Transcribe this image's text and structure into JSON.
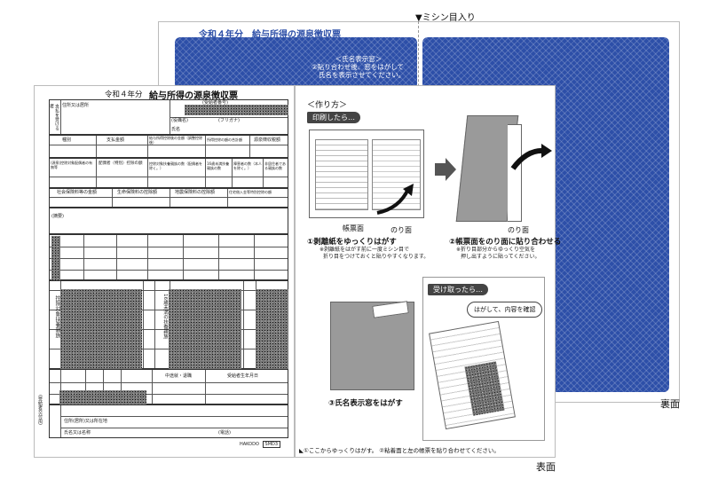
{
  "back_sheet": {
    "title": "令和４年分　給与所得の源泉徴収票",
    "perforation_label": "▼ミシン目入り",
    "name_window_lines": [
      "＜氏名表示窓＞",
      "②貼り合わせ後、窓をはがして",
      "氏名を表示させてください。"
    ],
    "side_label": "裏面"
  },
  "front_form": {
    "year": "令和４年分",
    "title": "給与所得の源泉徴収票",
    "side_label": "表面",
    "labels": {
      "address": "支払を受ける者",
      "address2": "住所又は居所",
      "recipient_no": "(受給者番号)",
      "job": "(役職名)",
      "name": "氏名",
      "furigana": "(フリガナ)",
      "type": "種別",
      "payment": "支払金額",
      "after_deduction": "給与所得控除後の金額（調整控除後）",
      "deduction_total": "所得控除の額の合計額",
      "tax": "源泉徴収税額",
      "spouse": "(源泉)控除対象配偶者の有無等",
      "spouse_deduction": "配偶者（特別）控除の額",
      "dependents": "控除対象扶養親族の数（配偶者を除く。）",
      "under16": "16歳未満扶養親族の数",
      "disabled": "障害者の数（本人を除く。）",
      "nonresident": "非居住者である親族の数",
      "social_ins": "社会保険料等の金額",
      "life_ins": "生命保険料の控除額",
      "quake_ins": "地震保険料の控除額",
      "housing_loan": "住宅借入金等特別控除の額",
      "summary": "(摘要)",
      "payer_address": "住所(居所)又は所在地",
      "payer_name": "氏名又は名称",
      "phone": "(電話)",
      "tbl_left": "(受給者交付用)",
      "dependents_section": "控除対象扶養親族",
      "under16_section": "16歳未満の扶養親族",
      "midyear": "中途就・退職",
      "birthdate": "受給者生年月日",
      "mgmt": "整理欄",
      "yen": "円"
    },
    "footer_brand": "HAKODO",
    "footer_code": "SMD3"
  },
  "instructions": {
    "heading": "＜作り方＞",
    "print_badge": "印刷したら…",
    "side_slip": "帳票面",
    "side_glue": "のり面",
    "side_glue2": "のり面",
    "step1": "①剥離紙をゆっくりはがす",
    "step1_note": [
      "※剥離紙をはがす前に一度ミシン目で",
      "折り目をつけておくと貼りやすくなります。"
    ],
    "step2": "②帳票面をのり面に貼り合わせる",
    "step2_note": [
      "※折り目部分からゆっくり空気を",
      "押し出すように貼ってください。"
    ],
    "step3": "③氏名表示窓をはがす",
    "received_badge": "受け取ったら…",
    "received_bubble": "はがして、内容を確認",
    "footer": "①ここからゆっくりはがす。 ②粘着面と左の帳票を貼り合わせてください。"
  },
  "colors": {
    "security_pattern": "#2d4fa8",
    "form_line": "#333333",
    "badge": "#444444"
  }
}
